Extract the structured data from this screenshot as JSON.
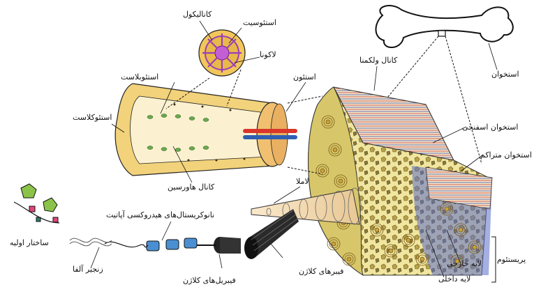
{
  "labels": {
    "canaliculi": "کانالیکول",
    "osteocyte": "استئوسیت",
    "lacuna": "لاکونا",
    "osteoblast": "استئوبلاست",
    "osteon": "استئون",
    "volkmann_canal": "کانال ولکمنا",
    "bone": "استخوان",
    "osteoclast": "استئوکلاست",
    "spongy_bone": "استخوان اسفنجی",
    "compact_bone": "استخوان متراکم",
    "haversian_canal": "کانال هاورسین",
    "lamella": "لاملا",
    "nanocrystals": "نانوکریستال‌های هیدروکسی آپاتیت",
    "primary_structure": "ساختار اولیه",
    "alpha_chain": "زنجیر آلفا",
    "collagen_fibers": "فیبرهای کلاژن",
    "collagen_fibrils": "فیبریل‌های کلاژن",
    "periosteum": "پریستئوم",
    "outer_layer": "لایه خارجی",
    "inner_layer": "لایه داخلی"
  },
  "colors": {
    "bone_fill": "#f0e6a0",
    "lamella_fill": "#f3d98a",
    "vessel_red": "#d9352b",
    "vessel_blue": "#2f5fb3",
    "osteocyte_purple": "#9b3fb8",
    "osteoblast_green": "#6aa84f",
    "compact_blue": "#5b6ec8",
    "crystal_blue": "#4a8fd1",
    "molecule_green": "#8bc34a",
    "molecule_pink": "#e0457b"
  }
}
